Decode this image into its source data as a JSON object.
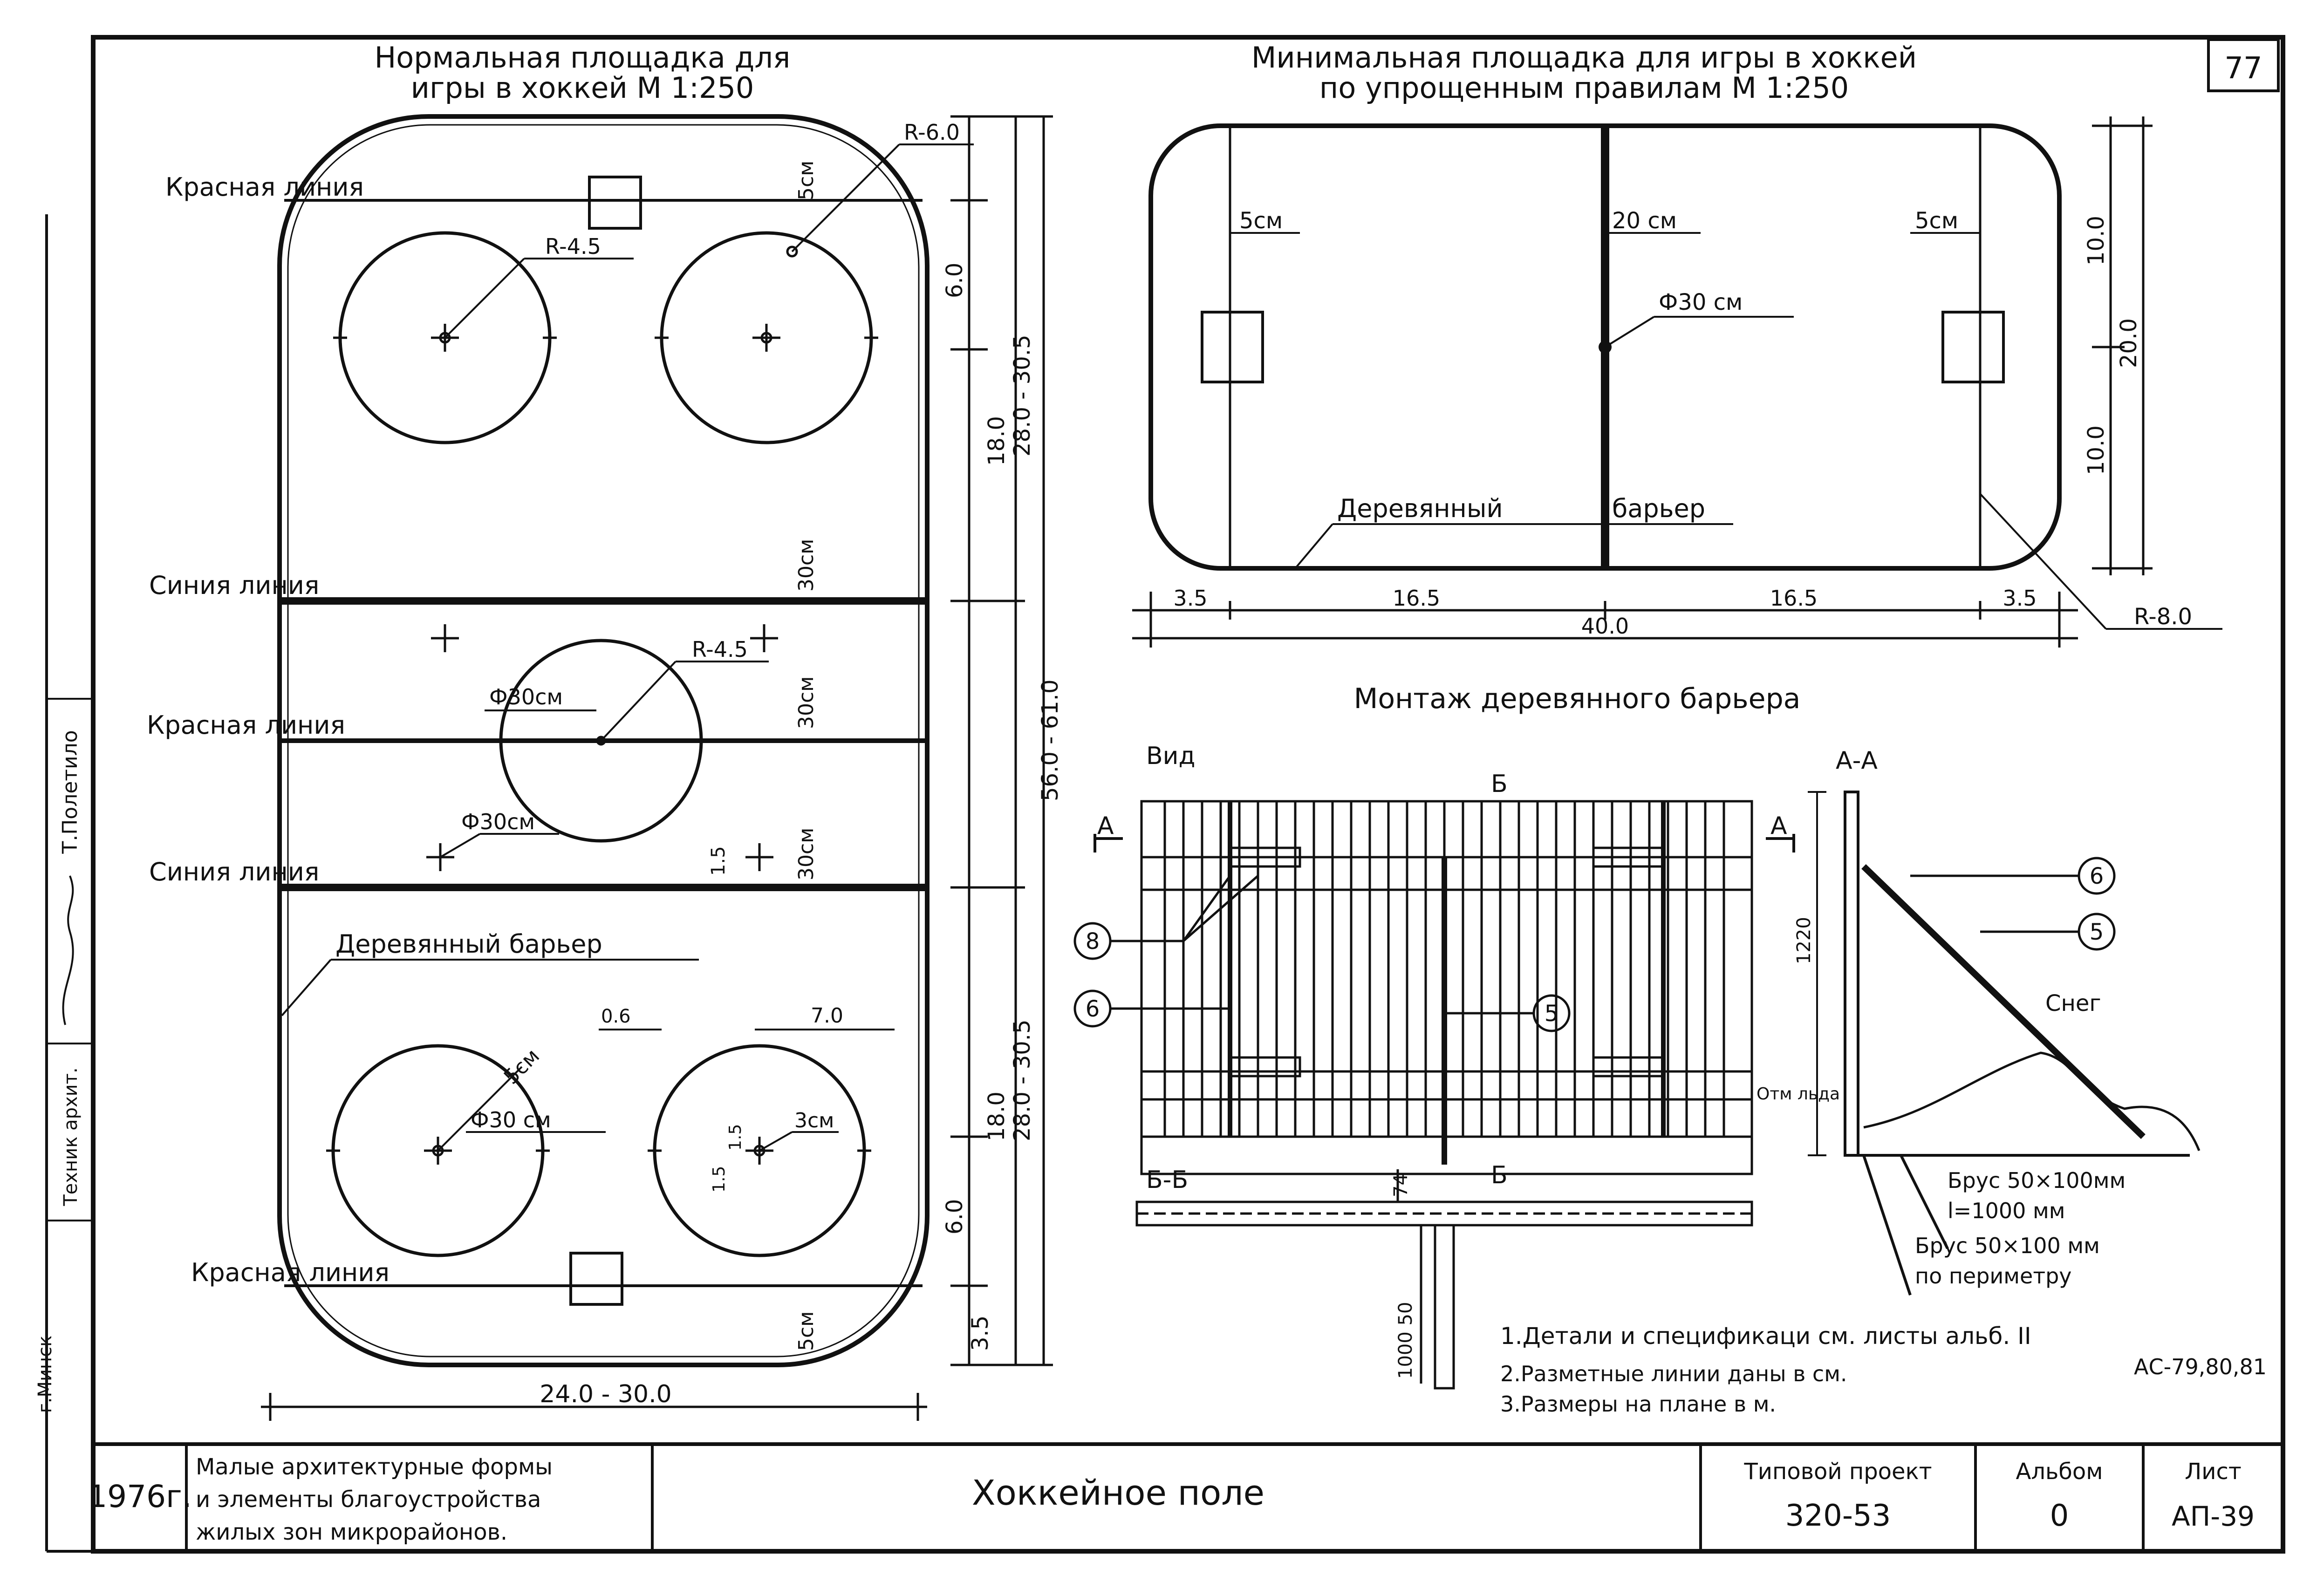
{
  "sheet_number": "77",
  "normal_rink": {
    "title_line1": "Нормальная площадка для",
    "title_line2": "игры в хоккей М 1:250",
    "labels": {
      "red_line_top": "Красная линия",
      "blue_line_top": "Синия линия",
      "red_line_center": "Красная линия",
      "blue_line_bottom": "Синия линия",
      "barrier": "Деревянный барьер",
      "red_line_bottom": "Красная линия"
    },
    "annotations": {
      "r60": "R-6.0",
      "r45_top": "R-4.5",
      "r45_center": "R-4.5",
      "dot_center": "Ф30см",
      "dot_blue": "Ф30см",
      "dot_lower": "Ф30 см",
      "cm5_top": "5см",
      "cm5_circle": "5см",
      "cm5_bottom": "5см",
      "cm3": "3см",
      "cm30_a": "30см",
      "cm30_b": "30см",
      "cm30_c": "30см",
      "v15": "1.5",
      "v06": "0.6",
      "v70": "7.0",
      "v15b": "1.5",
      "v15c": "1.5"
    },
    "dims": {
      "d60_top": "6.0",
      "d180_top": "18.0",
      "d280_top": "28.0 - 30.5",
      "d560": "56.0 - 61.0",
      "d180_bot": "18.0",
      "d280_bot": "28.0 - 30.5",
      "d60_bot": "6.0",
      "d35": "3.5",
      "width": "24.0 - 30.0"
    }
  },
  "min_rink": {
    "title_line1": "Минимальная площадка для игры в хоккей",
    "title_line2": "по упрощенным правилам М 1:250",
    "labels": {
      "cm5_left": "5см",
      "cm20": "20 см",
      "cm5_right": "5см",
      "d30": "Ф30 см",
      "barrier_a": "Деревянный",
      "barrier_b": "барьер",
      "r80": "R-8.0"
    },
    "dims": {
      "v100_top": "10.0",
      "v200": "20.0",
      "v100_bot": "10.0",
      "h35_left": "3.5",
      "h165_left": "16.5",
      "h165_right": "16.5",
      "h35_right": "3.5",
      "h400": "40.0"
    }
  },
  "barrier_section": {
    "title": "Монтаж деревянного барьера",
    "view_label": "Вид",
    "cut_a_left": "А",
    "cut_a_right": "А",
    "cut_b_top": "Б",
    "cut_b_bottom": "Б",
    "section_bb": "Б-Б",
    "section_aa": "А-А",
    "callout_8": "8",
    "callout_6": "6",
    "callout_5": "5",
    "callout_6_right": "6",
    "callout_5_right": "5",
    "d74": "74",
    "d1000_50": "1000 50",
    "d1220": "1220",
    "snow": "Снег",
    "ice_mark": "Отм льда",
    "beam1_line1": "Брус 50×100мм",
    "beam1_line2": "l=1000 мм",
    "beam2_line1": "Брус 50×100 мм",
    "beam2_line2": "по периметру"
  },
  "notes": {
    "n1": "1.Детали и спецификаци см. листы альб. II",
    "n1b": "АС-79,80,81",
    "n2": "2.Разметные линии даны в см.",
    "n3": "3.Размеры на плане в м."
  },
  "left_strip": {
    "t1": "Т.Полетило",
    "t2": "Техник архит.",
    "t3": "г.Минск"
  },
  "title_block": {
    "year": "1976г.",
    "project_desc_1": "Малые архитектурные формы",
    "project_desc_2": "и элементы благоустройства",
    "project_desc_3": "жилых зон микрорайонов.",
    "sheet_title": "Хоккейное поле",
    "typ_label": "Типовой проект",
    "typ_value": "320-53",
    "album_label": "Альбом",
    "album_value": "0",
    "sheet_label": "Лист",
    "sheet_value": "АП-39"
  }
}
